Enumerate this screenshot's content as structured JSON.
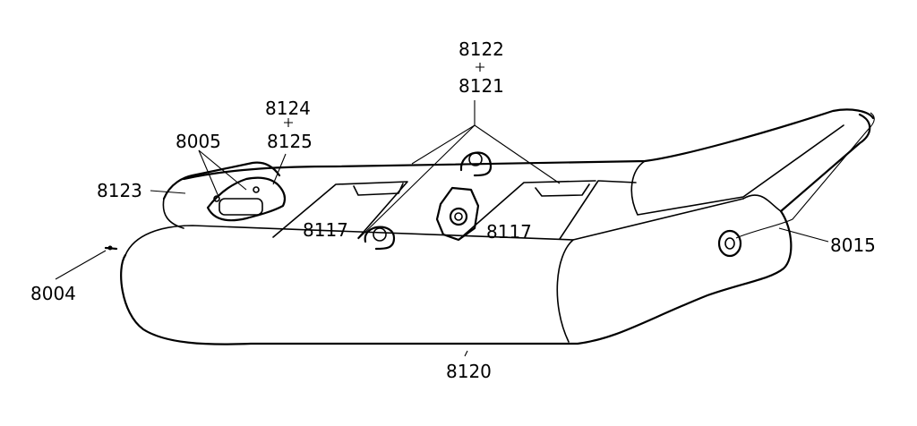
{
  "figure": {
    "callouts": {
      "c8122": "8122",
      "c8121": "8121",
      "c8124": "8124",
      "c8125": "8125",
      "c8005": "8005",
      "c8123": "8123",
      "c8004": "8004",
      "c8117_left": "8117",
      "c8117_right": "8117",
      "c8015": "8015",
      "c8120": "8120"
    },
    "colors": {
      "ink": "#000000",
      "paper": "#ffffff"
    }
  }
}
